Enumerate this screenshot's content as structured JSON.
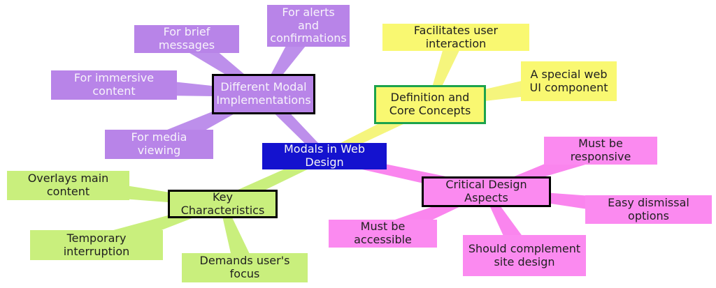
{
  "diagram": {
    "type": "mindmap",
    "title": "Modals in Web Design",
    "colors": {
      "center_blue": "#1412cf",
      "purple_branch": "#b884e8",
      "yellow_branch": "#f9f871",
      "yellow_root_border": "#1ca34c",
      "green_branch": "#c9ef7d",
      "pink_branch": "#fb8af0",
      "root_border_black": "#000000",
      "background": "#ffffff"
    },
    "nodes": [
      {
        "id": "center",
        "label": "Modals in Web Design",
        "branch": "center",
        "level": 0,
        "parent": null
      },
      {
        "id": "dmi",
        "label": "Different Modal Implementations",
        "branch": "purple",
        "level": 1,
        "parent": "center"
      },
      {
        "id": "brief",
        "label": "For brief messages",
        "branch": "purple",
        "level": 2,
        "parent": "dmi"
      },
      {
        "id": "alerts",
        "label": "For alerts and confirmations",
        "branch": "purple",
        "level": 2,
        "parent": "dmi"
      },
      {
        "id": "immersive",
        "label": "For immersive content",
        "branch": "purple",
        "level": 2,
        "parent": "dmi"
      },
      {
        "id": "media",
        "label": "For media viewing",
        "branch": "purple",
        "level": 2,
        "parent": "dmi"
      },
      {
        "id": "def",
        "label": "Definition and Core Concepts",
        "branch": "yellow",
        "level": 1,
        "parent": "center"
      },
      {
        "id": "facilitates",
        "label": "Facilitates user interaction",
        "branch": "yellow",
        "level": 2,
        "parent": "def"
      },
      {
        "id": "special",
        "label": "A special web UI component",
        "branch": "yellow",
        "level": 2,
        "parent": "def"
      },
      {
        "id": "keychar",
        "label": "Key Characteristics",
        "branch": "green",
        "level": 1,
        "parent": "center"
      },
      {
        "id": "overlays",
        "label": "Overlays main content",
        "branch": "green",
        "level": 2,
        "parent": "keychar"
      },
      {
        "id": "temporary",
        "label": "Temporary interruption",
        "branch": "green",
        "level": 2,
        "parent": "keychar"
      },
      {
        "id": "demands",
        "label": "Demands user's focus",
        "branch": "green",
        "level": 2,
        "parent": "keychar"
      },
      {
        "id": "cda",
        "label": "Critical Design Aspects",
        "branch": "pink",
        "level": 1,
        "parent": "center"
      },
      {
        "id": "responsive",
        "label": "Must be responsive",
        "branch": "pink",
        "level": 2,
        "parent": "cda"
      },
      {
        "id": "dismissal",
        "label": "Easy dismissal options",
        "branch": "pink",
        "level": 2,
        "parent": "cda"
      },
      {
        "id": "accessible",
        "label": "Must be accessible",
        "branch": "pink",
        "level": 2,
        "parent": "cda"
      },
      {
        "id": "complement",
        "label": "Should complement site design",
        "branch": "pink",
        "level": 2,
        "parent": "cda"
      }
    ]
  }
}
